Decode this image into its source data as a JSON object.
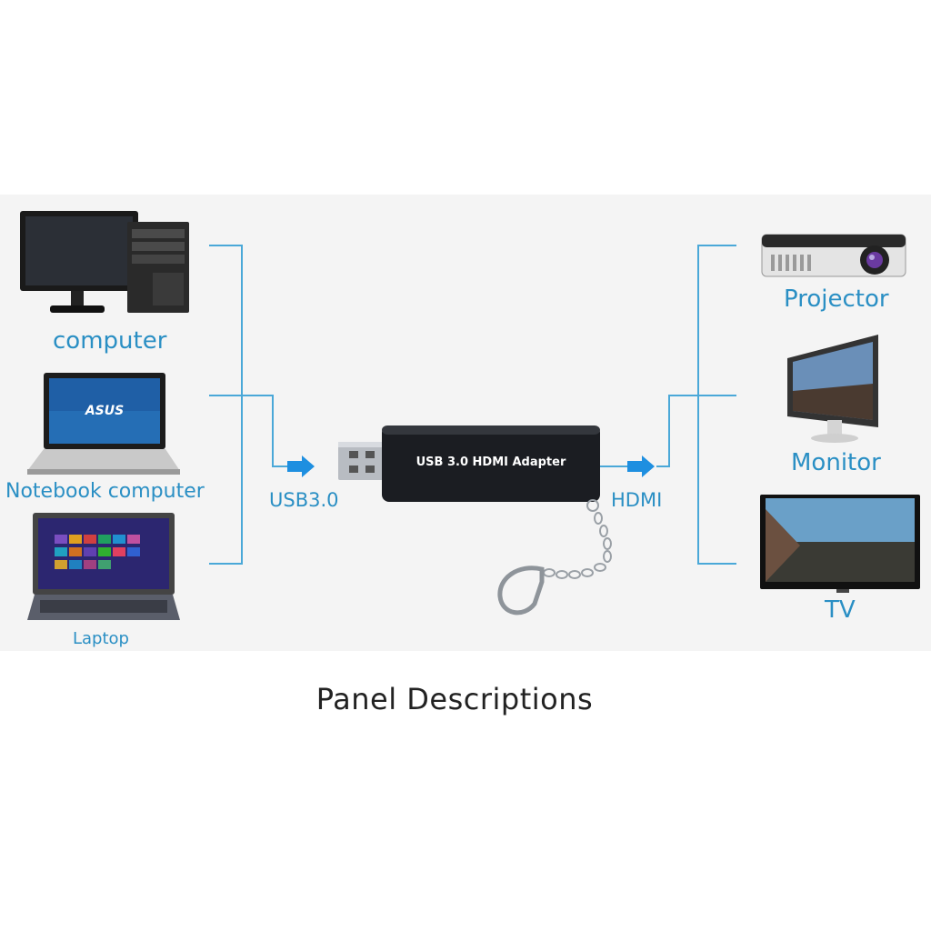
{
  "sources": {
    "computer": "computer",
    "notebook": "Notebook computer",
    "laptop": "Laptop"
  },
  "targets": {
    "projector": "Projector",
    "monitor": "Monitor",
    "tv": "TV"
  },
  "connections": {
    "input": "USB3.0",
    "output": "HDMI"
  },
  "device": {
    "label": "USB 3.0 HDMI Adapter"
  },
  "laptop_screen_brand": "ASUS",
  "caption": "Panel Descriptions",
  "colors": {
    "line": "#4aa8d8",
    "arrow": "#1e8fe0",
    "label_blue": "#2a8fc4",
    "device_body": "#1b1d22"
  }
}
